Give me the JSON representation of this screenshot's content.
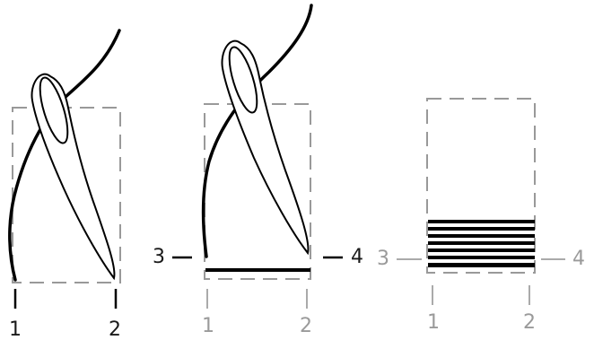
{
  "colors": {
    "ink": "#000000",
    "guide_gray": "#999999",
    "label_dark": "#1a1a1a",
    "label_light": "#9a9a9a"
  },
  "steps": [
    {
      "id": "step-1",
      "points": {
        "p1": "1",
        "p2": "2"
      },
      "icons": [
        "needle-icon",
        "thread"
      ]
    },
    {
      "id": "step-2",
      "points": {
        "p1": "1",
        "p2": "2",
        "p3": "3",
        "p4": "4"
      },
      "icons": [
        "needle-icon",
        "thread",
        "stitch-line"
      ]
    },
    {
      "id": "step-3",
      "points": {
        "p1": "1",
        "p2": "2",
        "p3": "3",
        "p4": "4"
      },
      "stitch_count": 7,
      "icons": [
        "satin-stitch-block"
      ]
    }
  ]
}
